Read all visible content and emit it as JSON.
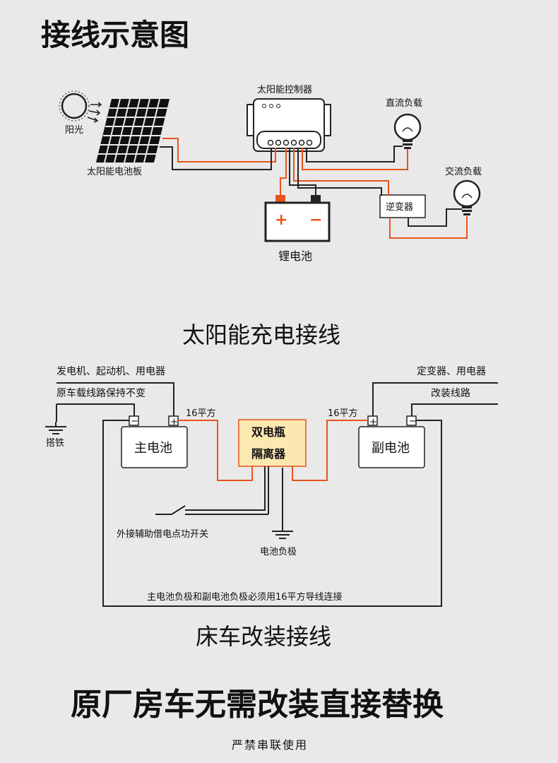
{
  "header": {
    "title": "接线示意图"
  },
  "solar": {
    "sun_label": "阳光",
    "panel_label": "太阳能电池板",
    "controller_label": "太阳能控制器",
    "dc_load_label": "直流负载",
    "ac_load_label": "交流负载",
    "inverter_label": "逆变器",
    "battery_label": "锂电池",
    "battery_plus": "+",
    "battery_minus": "−",
    "caption": "太阳能充电接线"
  },
  "rv": {
    "left_top_label": "发电机、起动机、用电器",
    "left_sub_label": "原车载线路保持不变",
    "ground_label": "搭铁",
    "main_battery_label": "主电池",
    "wire_left_label": "16平方",
    "isolator_line1": "双电瓶",
    "isolator_line2": "隔离器",
    "wire_right_label": "16平方",
    "aux_battery_label": "副电池",
    "right_top_label": "定变器、用电器",
    "right_sub_label": "改装线路",
    "switch_label": "外接辅助借电点功开关",
    "battery_negative_label": "电池负极",
    "bottom_note": "主电池负极和副电池负极必须用16平方导线连接",
    "minus_sign": "−",
    "plus_sign": "+",
    "caption": "床车改装接线"
  },
  "footer": {
    "headline": "原厂房车无需改装直接替换",
    "note": "严禁串联使用"
  },
  "colors": {
    "wire_orange": "#e8541c",
    "wire_dark": "#222222",
    "isolator_fill": "#fbe7b0",
    "background": "#e9e9e9"
  }
}
